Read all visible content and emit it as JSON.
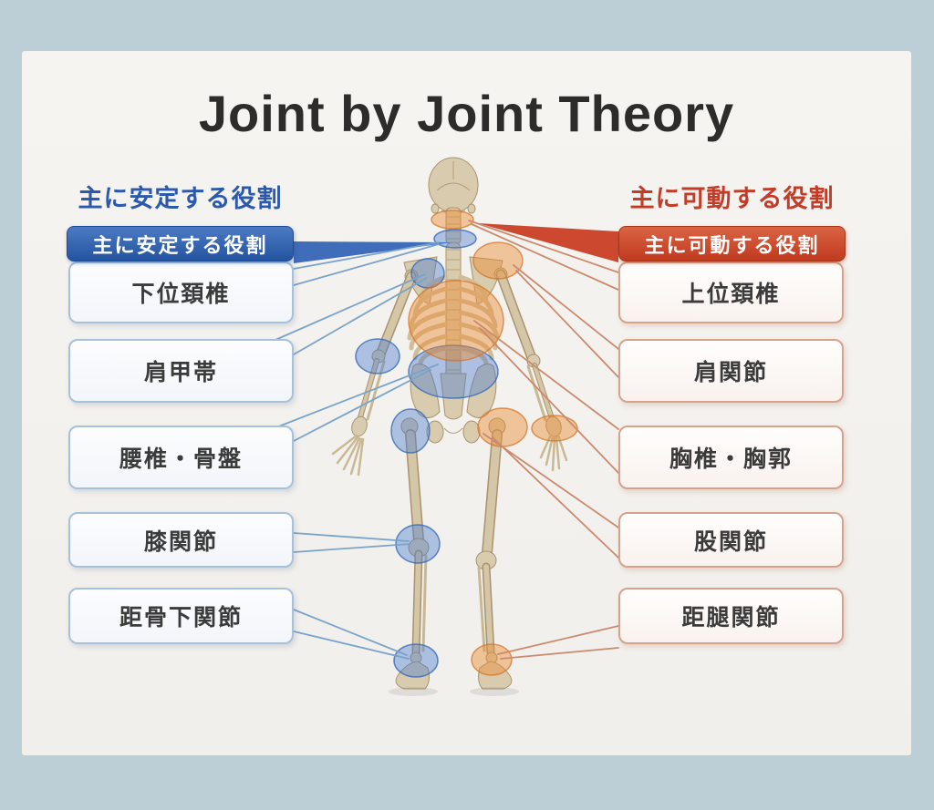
{
  "title": "Joint by Joint Theory",
  "stability": {
    "heading": "主に安定する役割",
    "badge": "主に安定する役割",
    "accent_color": "#2b59ad",
    "highlight_color": "#4a7cd0",
    "items": [
      {
        "label": "下位頚椎"
      },
      {
        "label": "肩甲帯"
      },
      {
        "label": "腰椎・骨盤"
      },
      {
        "label": "膝関節"
      },
      {
        "label": "距骨下関節"
      }
    ]
  },
  "mobility": {
    "heading": "主に可動する役割",
    "badge": "主に可動する役割",
    "accent_color": "#c23c28",
    "highlight_color": "#ec8c34",
    "items": [
      {
        "label": "上位頚椎"
      },
      {
        "label": "肩関節"
      },
      {
        "label": "胸椎・胸郭"
      },
      {
        "label": "股関節"
      },
      {
        "label": "距腿関節"
      }
    ]
  },
  "colors": {
    "frame": "#bccfd6",
    "paper": "#f4f2ee",
    "bone": "#d9ccae",
    "stability_line": "#7aa3cb",
    "mobility_line": "#cb8a6d"
  }
}
